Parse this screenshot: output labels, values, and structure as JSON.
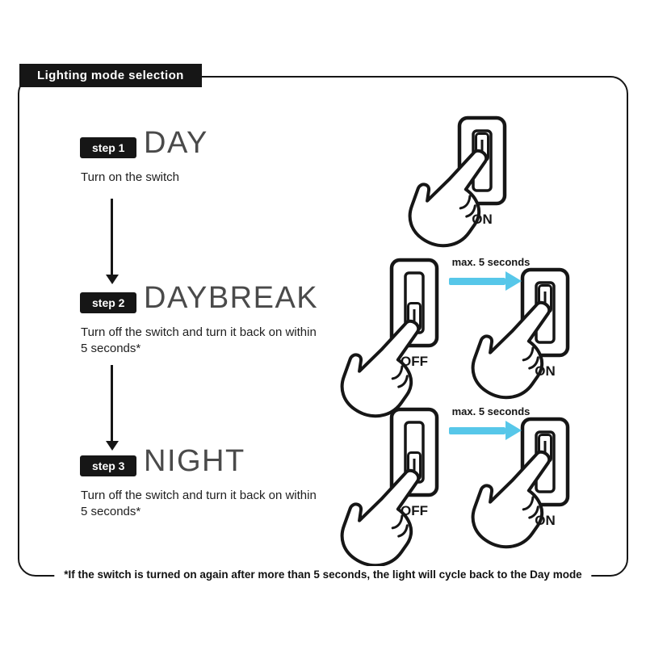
{
  "header": {
    "title": "Lighting mode selection"
  },
  "steps": [
    {
      "badge": "step 1",
      "title": "DAY",
      "description": "Turn on the switch",
      "switches": {
        "on_label": "ON"
      }
    },
    {
      "badge": "step 2",
      "title": "DAYBREAK",
      "description": "Turn off the switch and turn it back on within 5 seconds*",
      "arrow_label": "max. 5 seconds",
      "switches": {
        "off_label": "OFF",
        "on_label": "ON"
      }
    },
    {
      "badge": "step 3",
      "title": "NIGHT",
      "description": "Turn off the switch and turn it back on within 5 seconds*",
      "arrow_label": "max. 5 seconds",
      "switches": {
        "off_label": "OFF",
        "on_label": "ON"
      }
    }
  ],
  "footnote": "*If the switch is turned on again after more than 5 seconds, the light will cycle back to the Day mode",
  "colors": {
    "ink": "#161616",
    "arrow_blue": "#57c7e9",
    "title_gray": "#4a4a4a"
  }
}
